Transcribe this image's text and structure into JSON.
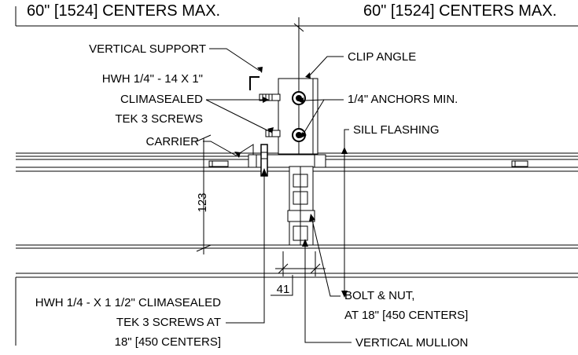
{
  "title_left": "60\" [1524] CENTERS MAX.",
  "title_right": "60\" [1524] CENTERS MAX.",
  "callouts": {
    "vertical_support": "VERTICAL SUPPORT",
    "clip_angle": "CLIP ANGLE",
    "hwh_screw_line1": "HWH 1/4\" - 14 X 1\"",
    "hwh_screw_line2": "CLIMASEALED",
    "hwh_screw_line3": "TEK 3 SCREWS",
    "anchors": "1/4\" ANCHORS MIN.",
    "sill_flashing": "SILL FLASHING",
    "carrier": "CARRIER",
    "bottom_screw_line1": "HWH 1/4 - X 1 1/2\" CLIMASEALED",
    "bottom_screw_line2": "TEK 3 SCREWS AT",
    "bottom_screw_line3": "18\" [450 CENTERS]",
    "bolt_nut_line1": "BOLT & NUT,",
    "bolt_nut_line2": "AT 18\" [450 CENTERS]",
    "vertical_mullion": "VERTICAL MULLION"
  },
  "dimensions": {
    "height": "123",
    "width": "41"
  }
}
